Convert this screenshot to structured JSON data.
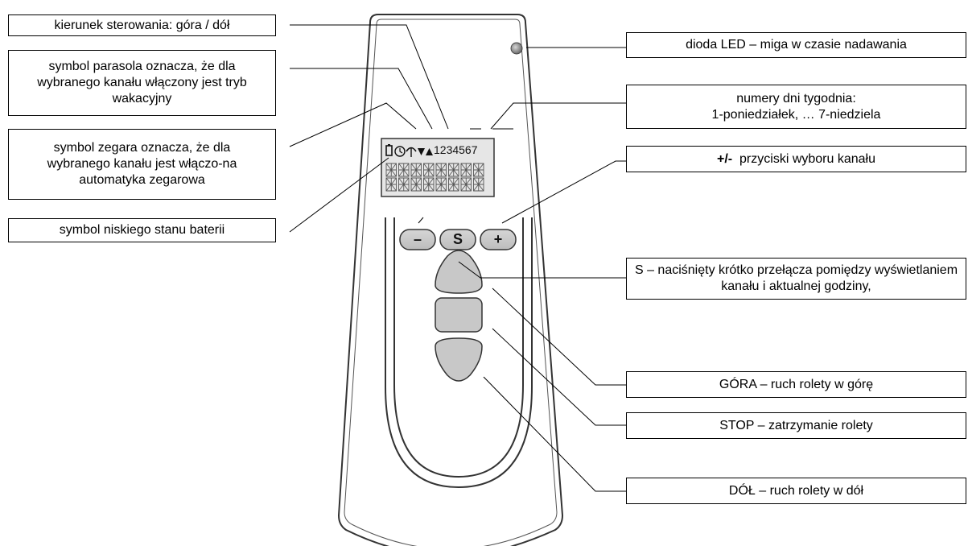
{
  "callouts": {
    "direction": "kierunek sterowania: góra / dół",
    "umbrella": "symbol parasola oznacza, że dla wybranego kanału włączony jest tryb wakacyjny",
    "clock": "symbol zegara oznacza, że dla wybranego kanału jest włączo-na automatyka zegarowa",
    "battery": "symbol niskiego stanu baterii",
    "led": "dioda LED – miga w czasie nadawania",
    "days_line1": "numery dni tygodnia:",
    "days_line2": "1-poniedziałek, … 7-niedziela",
    "channel_bold": "+/-",
    "channel_rest": "przyciski wyboru kanału",
    "s_button": "S – naciśnięty krótko przełącza pomiędzy wyświetlaniem kanału i aktualnej godziny,",
    "up": "GÓRA – ruch rolety w górę",
    "stop": "STOP – zatrzymanie rolety",
    "down": "DÓŁ – ruch rolety w dół"
  },
  "display": {
    "days": "1234567"
  },
  "buttons": {
    "minus": "–",
    "s": "S",
    "plus": "+"
  },
  "colors": {
    "button_fill": "#c8c8c8",
    "lcd_fill": "#e6e6e6",
    "led_fill": "#8a8a8a"
  }
}
